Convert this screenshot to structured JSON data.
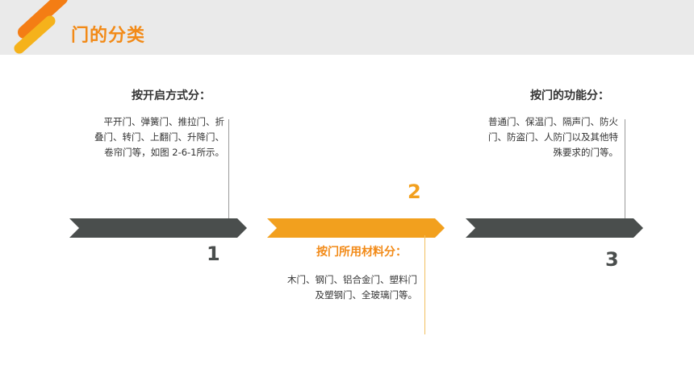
{
  "header": {
    "title": "门的分类"
  },
  "colors": {
    "accent": "#f2a01e",
    "dark": "#4a4e4d",
    "title": "#f28a17"
  },
  "steps": [
    {
      "number": "1",
      "heading": "按开启方式分：",
      "lines": [
        "平开门、弹簧门、推拉门、折",
        "叠门、转门、上翻门、升降门、",
        "卷帘门等，如图 2-6-1所示。"
      ]
    },
    {
      "number": "2",
      "heading": "按门所用材料分：",
      "lines": [
        "木门、钢门、铝合金门、塑料门",
        "及塑钢门、全玻璃门等。"
      ]
    },
    {
      "number": "3",
      "heading": "按门的功能分：",
      "lines": [
        "普通门、保温门、隔声门、防火",
        "门、防盗门、人防门以及其他特",
        "殊要求的门等。"
      ]
    }
  ]
}
